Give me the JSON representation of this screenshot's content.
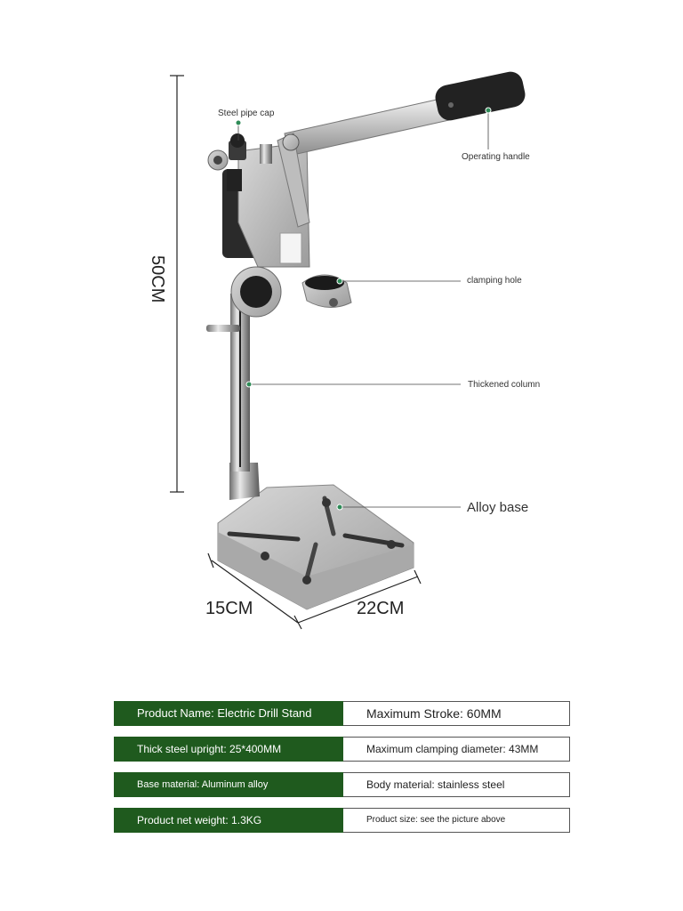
{
  "callouts": {
    "steel_pipe_cap": "Steel pipe cap",
    "operating_handle": "Operating handle",
    "clamping_hole": "clamping hole",
    "thickened_column": "Thickened column",
    "alloy_base": "Alloy base"
  },
  "dimensions": {
    "height": "50CM",
    "depth": "15CM",
    "width": "22CM"
  },
  "specs": [
    {
      "left": "Product Name: Electric Drill Stand",
      "right": "Maximum Stroke: 60MM"
    },
    {
      "left": "Thick steel upright: 25*400MM",
      "right": "Maximum clamping diameter: 43MM"
    },
    {
      "left": "Base material: Aluminum alloy",
      "right": "Body material: stainless steel"
    },
    {
      "left": "Product net weight: 1.3KG",
      "right": "Product size: see the picture above"
    }
  ],
  "colors": {
    "spec_label_bg": "#1f5a1e",
    "callout_dot": "#2e8b57"
  }
}
